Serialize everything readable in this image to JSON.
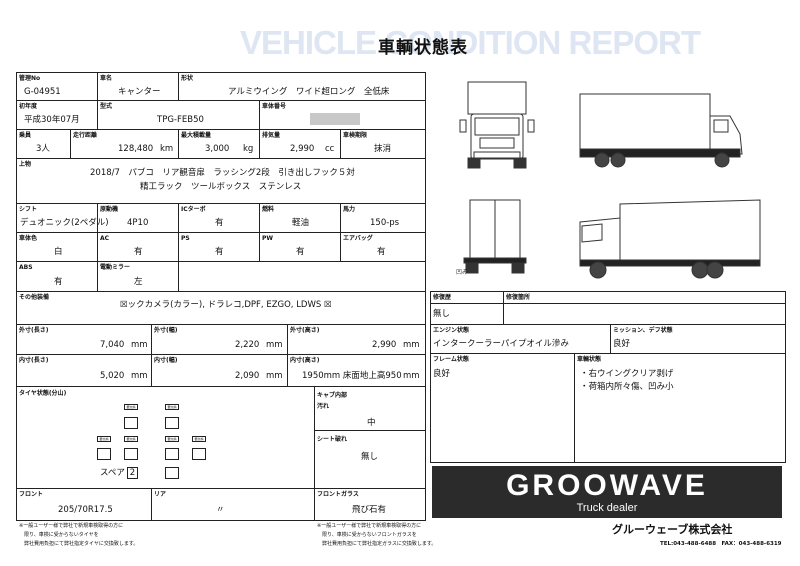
{
  "watermark": "VEHICLE CONDITION REPORT",
  "title": "車輌状態表",
  "labels": {
    "mgmt_no": "管理No",
    "vehicle_name": "車名",
    "shape": "形状",
    "first_reg": "初年度",
    "model": "型式",
    "chassis_no": "車体番号",
    "capacity": "乗員",
    "mileage": "走行距離",
    "max_load": "最大積載量",
    "displacement": "排気量",
    "inspection": "車検期限",
    "equipment": "上物",
    "shift": "シフト",
    "engine": "原動機",
    "ic_turbo": "ICターボ",
    "fuel": "燃料",
    "horsepower": "馬力",
    "body_color": "車体色",
    "ac": "AC",
    "ps": "PS",
    "pw": "PW",
    "airbag": "エアバッグ",
    "abs": "ABS",
    "power_mirror": "電動ミラー",
    "other_equipment": "その他装備",
    "outer_length": "外寸(長さ)",
    "outer_width": "外寸(幅)",
    "outer_height": "外寸(高さ)",
    "inner_length": "内寸(長さ)",
    "inner_width": "内寸(幅)",
    "inner_height": "内寸(高さ)",
    "tire_condition": "タイヤ状態(分山)",
    "spare": "スペア",
    "cab_interior": "キャブ内部",
    "dirt": "汚れ",
    "seat_tear": "シート破れ",
    "front": "フロント",
    "rear": "リア",
    "windshield": "フロントガラス",
    "repair_history": "修復歴",
    "repair_location": "修復箇所",
    "engine_condition": "エンジン状態",
    "mission": "ミッション、デフ状態",
    "frame_condition": "フレーム状態",
    "body_condition": "車輌状態",
    "dent": "凹み"
  },
  "values": {
    "mgmt_no": "G-04951",
    "vehicle_name": "キャンター",
    "shape": "アルミウイング　ワイド超ロング　全低床",
    "first_reg": "平成30年07月",
    "model": "TPG-FEB50",
    "capacity": "3人",
    "mileage": "128,480",
    "mileage_unit": "km",
    "max_load": "3,000",
    "max_load_unit": "kg",
    "displacement": "2,990",
    "displacement_unit": "cc",
    "inspection": "抹消",
    "equipment_line1": "2018/7　パブコ　リア観音扉　ラッシング2段　引き出しフック５対",
    "equipment_line2": "精工ラック　ツールボックス　ステンレス",
    "shift": "デュオニック(2ペダル)",
    "engine": "4P10",
    "ic_turbo": "有",
    "fuel": "軽油",
    "horsepower": "150-ps",
    "body_color": "白",
    "ac": "有",
    "ps": "有",
    "pw": "有",
    "airbag": "有",
    "abs": "有",
    "power_mirror": "左",
    "other_equipment": "☒ックカメラ(カラー), ドラレコ,DPF, EZGO, LDWS ☒",
    "outer_length": "7,040",
    "outer_width": "2,220",
    "outer_height": "2,990",
    "mm": "mm",
    "inner_length": "5,020",
    "inner_width": "2,090",
    "inner_height": "1950mm 床面地上高950",
    "spare_count": "2",
    "dirt": "中",
    "seat_tear": "無し",
    "front_tire": "205/70R17.5",
    "rear_tire": "〃",
    "windshield": "飛び石有",
    "repair_history": "無し",
    "engine_condition": "インタークーラーパイプオイル滲み",
    "mission": "良好",
    "frame_condition": "良好",
    "body_condition_1": "・右ウイングクリア剥げ",
    "body_condition_2": "・荷箱内所々傷、凹み小"
  },
  "notes": {
    "left_1": "※一般ユーザー様で弊社で新規車検取得の方に",
    "left_2": "限り、車検に受からないタイヤを",
    "left_3": "弊社費用負担にて弊社指定タイヤに交換致します。",
    "mid_1": "※一般ユーザー様で弊社で新規車検取得の方に",
    "mid_2": "限り、車検に受からないフロントガラスを",
    "mid_3": "弊社費用負担にて弊社指定ガラスに交換致します。"
  },
  "tire_tag": "要交換",
  "company": {
    "logo": "GROOWAVE",
    "tagline": "Truck dealer",
    "name": "グルーウェーブ株式会社",
    "contact": "TEL:043-488-6488　FAX：043-488-6319"
  },
  "colors": {
    "logo_bg": "#2b2b2b",
    "watermark": "#dde6f2",
    "redaction": "#c8c8c8"
  },
  "icons": [
    "truck-front-diagram",
    "truck-side-diagram",
    "truck-rear-diagram",
    "truck-side-perspective-diagram"
  ]
}
